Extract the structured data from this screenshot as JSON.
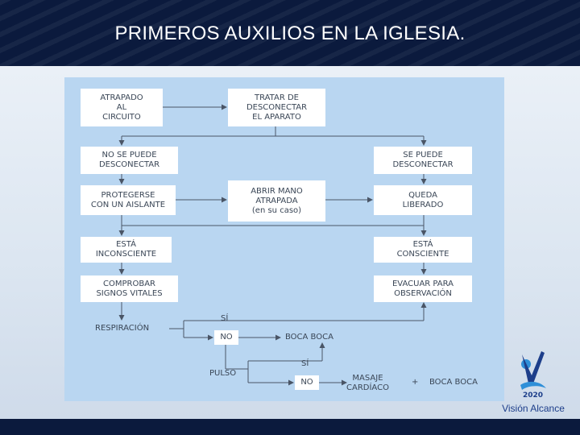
{
  "title": "PRIMEROS AUXILIOS EN LA IGLESIA.",
  "flowchart": {
    "boxes": {
      "atrapado": "ATRAPADO\nAL\nCIRCUITO",
      "tratar": "TRATAR DE\nDESCONECTAR\nEL APARATO",
      "no_puede": "NO SE PUEDE\nDESCONECTAR",
      "se_puede": "SE PUEDE\nDESCONECTAR",
      "protegerse": "PROTEGERSE\nCON UN AISLANTE",
      "abrir_mano": "ABRIR MANO\nATRAPADA\n(en su caso)",
      "liberado": "QUEDA\nLIBERADO",
      "inconsciente": "ESTÁ\nINCONSCIENTE",
      "consciente": "ESTÁ\nCONSCIENTE",
      "comprobar": "COMPROBAR\nSIGNOS VITALES",
      "evacuar": "EVACUAR PARA\nOBSERVACIÓN",
      "no_1": "NO",
      "no_2": "NO"
    },
    "labels": {
      "respiracion": "RESPIRACIÓN",
      "si_1": "SÍ",
      "boca_boca_1": "BOCA BOCA",
      "si_2": "SÍ",
      "pulso": "PULSO",
      "masaje": "MASAJE\nCARDÍACO",
      "plus": "+",
      "boca_boca_2": "BOCA BOCA"
    }
  },
  "logo": {
    "year": "2020",
    "name": "Visión Alcance",
    "colors": {
      "blue": "#1d3e8a",
      "light_blue": "#2f8fd8"
    }
  },
  "colors": {
    "header": "#0b1a3d",
    "diagram_bg": "#b9d6f1",
    "box": "#ffffff",
    "text": "#3a4656",
    "line": "#4a5566"
  }
}
